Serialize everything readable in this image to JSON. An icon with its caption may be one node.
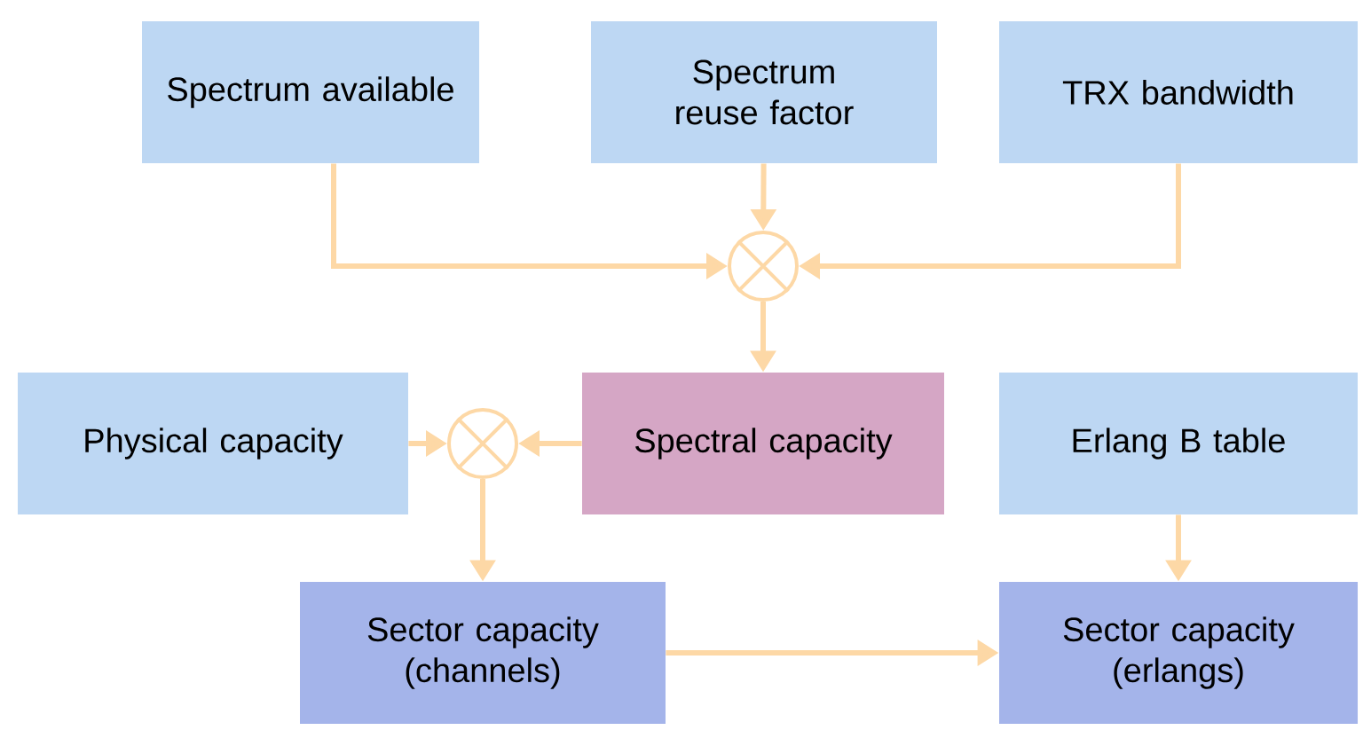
{
  "diagram": {
    "nodes": [
      {
        "text": [
          "Spectrum available"
        ]
      },
      {
        "text": [
          "Spectrum reuse factor"
        ]
      },
      {
        "text": [
          "TRX bandwidth"
        ]
      },
      {
        "text": [],
        "shape": "circle"
      },
      {
        "text": [
          "Physical capacity"
        ]
      },
      {
        "text": [],
        "shape": "circle"
      },
      {
        "text": [
          "Spectral capacity"
        ]
      },
      {
        "text": [
          "Erlang B table"
        ]
      },
      {
        "text": [
          "Sector capacity (channels)"
        ]
      },
      {
        "text": [
          "Sector capacity (erlangs)"
        ]
      }
    ],
    "edges": [
      {
        "from": 0,
        "to": 3,
        "arrow": "to"
      },
      {
        "from": 1,
        "to": 3,
        "arrow": "to"
      },
      {
        "from": 2,
        "to": 3,
        "arrow": "to"
      },
      {
        "from": 3,
        "to": 6,
        "arrow": "to"
      },
      {
        "from": 6,
        "to": 5,
        "arrow": "to"
      },
      {
        "from": 4,
        "to": 5,
        "arrow": "to"
      },
      {
        "from": 5,
        "to": 8,
        "arrow": "to"
      },
      {
        "from": 7,
        "to": 9,
        "arrow": "to"
      },
      {
        "from": 8,
        "to": 9,
        "arrow": "to"
      }
    ]
  }
}
